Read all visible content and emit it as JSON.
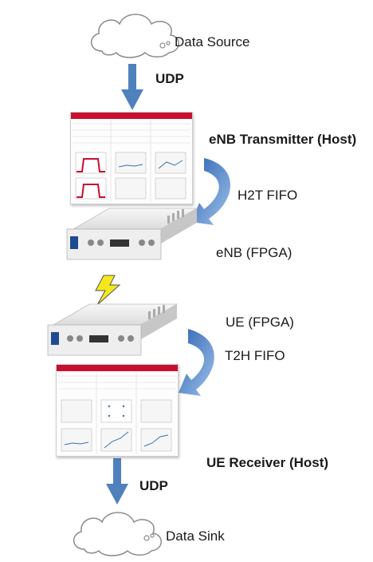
{
  "labels": {
    "data_source": "Data Source",
    "udp_top": "UDP",
    "enb_transmitter": "eNB Transmitter (Host)",
    "h2t_fifo": "H2T FIFO",
    "enb_fpga": "eNB (FPGA)",
    "ue_fpga": "UE (FPGA)",
    "t2h_fifo": "T2H FIFO",
    "ue_receiver": "UE Receiver (Host)",
    "udp_bottom": "UDP",
    "data_sink": "Data Sink"
  },
  "colors": {
    "arrow_blue": "#4f81bd",
    "panel_red": "#c8102e",
    "bolt_yellow": "#f4e81c",
    "device_gray": "#e9e9e9"
  }
}
